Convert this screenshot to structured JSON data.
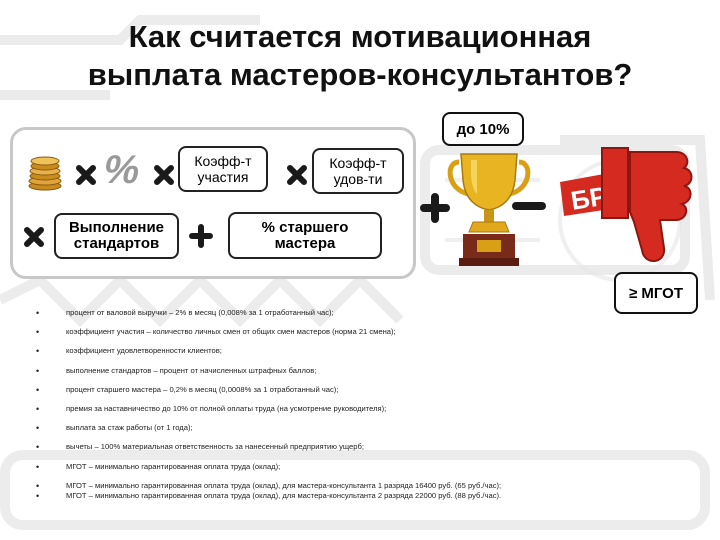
{
  "title": {
    "line1": "Как считается мотивационная",
    "line2": "выплата мастеров-консультантов?"
  },
  "formula": {
    "coef_participation": "Коэфф-т участия",
    "coef_satisfaction": "Коэфф-т удов-ти",
    "standards": "Выполнение стандартов",
    "senior_master": "% старшего мастера",
    "percent_symbol": "%",
    "multiply_icon": "multiply-icon",
    "plus_icon": "plus-icon",
    "coins_icon": "coins-icon"
  },
  "bonus": {
    "label": "до 10%",
    "icon": "trophy-icon"
  },
  "defect": {
    "label": "БРАК",
    "icon": "thumbs-down-icon",
    "minimum": "≥ МГОТ"
  },
  "colors": {
    "operator_dark": "#1a1a1a",
    "defect_red": "#d42a20",
    "trophy_gold": "#e0a81a",
    "trophy_base": "#7a2a18",
    "panel_border": "#c8c8c8"
  },
  "bullets": [
    "процент от валовой выручки – 2% в месяц (0,008% за 1 отработанный час);",
    "коэффициент участия – количество личных смен от общих смен мастеров (норма 21 смена);",
    "коэффициент удовлетворенности клиентов;",
    "выполнение стандартов – процент от начисленных штрафных баллов;",
    "процент старшего мастера – 0,2% в месяц (0,0008% за 1 отработанный час);",
    "премия за наставничество до 10% от полной оплаты труда (на усмотрение руководителя);",
    "выплата за стаж работы (от 1 года);",
    "вычеты – 100% материальная ответственность за нанесенный предприятию ущерб;",
    "МГОТ – минимально гарантированная оплата труда (оклад);",
    "МГОТ – минимально гарантированная оплата труда (оклад), для мастера-консультанта 1 разряда 16400 руб. (65 руб./час);",
    "МГОТ – минимально гарантированная оплата труда (оклад), для мастера-консультанта 2 разряда 22000 руб. (88 руб./час)."
  ]
}
